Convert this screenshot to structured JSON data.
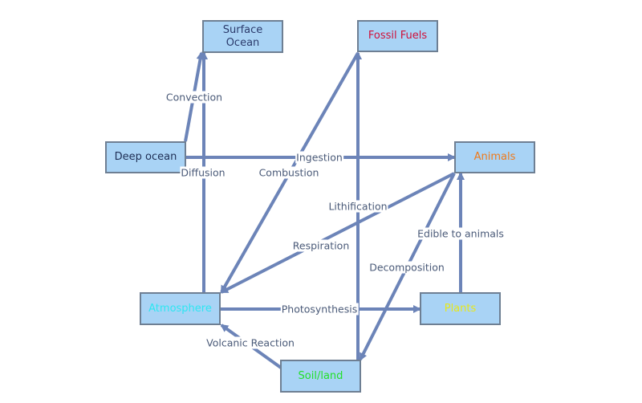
{
  "colors": {
    "edge": "#6c84b8",
    "node_fill": "#a9d3f5",
    "node_border": "#6e7f93",
    "label_text": "#4a5a78"
  },
  "nodes": {
    "surface_ocean": {
      "label": "Surface\nOcean",
      "color": "#2b3a6b"
    },
    "fossil_fuels": {
      "label": "Fossil Fuels",
      "color": "#d0103a"
    },
    "deep_ocean": {
      "label": "Deep ocean",
      "color": "#1f2f55"
    },
    "animals": {
      "label": "Animals",
      "color": "#f07a1a"
    },
    "atmosphere": {
      "label": "Atmosphere",
      "color": "#2ee6f2"
    },
    "plants": {
      "label": "Plants",
      "color": "#e8e81a"
    },
    "soil_land": {
      "label": "Soil/land",
      "color": "#22e02a"
    }
  },
  "edges": [
    {
      "id": "convection",
      "from": "deep_ocean",
      "to": "surface_ocean",
      "label": "Convection"
    },
    {
      "id": "diffusion",
      "from": "atmosphere",
      "to": "surface_ocean",
      "label": "Diffusion"
    },
    {
      "id": "ingestion",
      "from": "deep_ocean",
      "to": "animals",
      "label": "Ingestion"
    },
    {
      "id": "combustion",
      "from": "fossil_fuels",
      "to": "atmosphere",
      "label": "Combustion"
    },
    {
      "id": "lithification",
      "from": "soil_land",
      "to": "fossil_fuels",
      "label": "Lithification"
    },
    {
      "id": "respiration",
      "from": "animals",
      "to": "atmosphere",
      "label": "Respiration"
    },
    {
      "id": "decomposition",
      "from": "animals",
      "to": "soil_land",
      "label": "Decomposition"
    },
    {
      "id": "edible",
      "from": "plants",
      "to": "animals",
      "label": "Edible to animals"
    },
    {
      "id": "photosynthesis",
      "from": "atmosphere",
      "to": "plants",
      "label": "Photosynthesis"
    },
    {
      "id": "volcanic",
      "from": "soil_land",
      "to": "atmosphere",
      "label": "Volcanic Reaction"
    }
  ]
}
